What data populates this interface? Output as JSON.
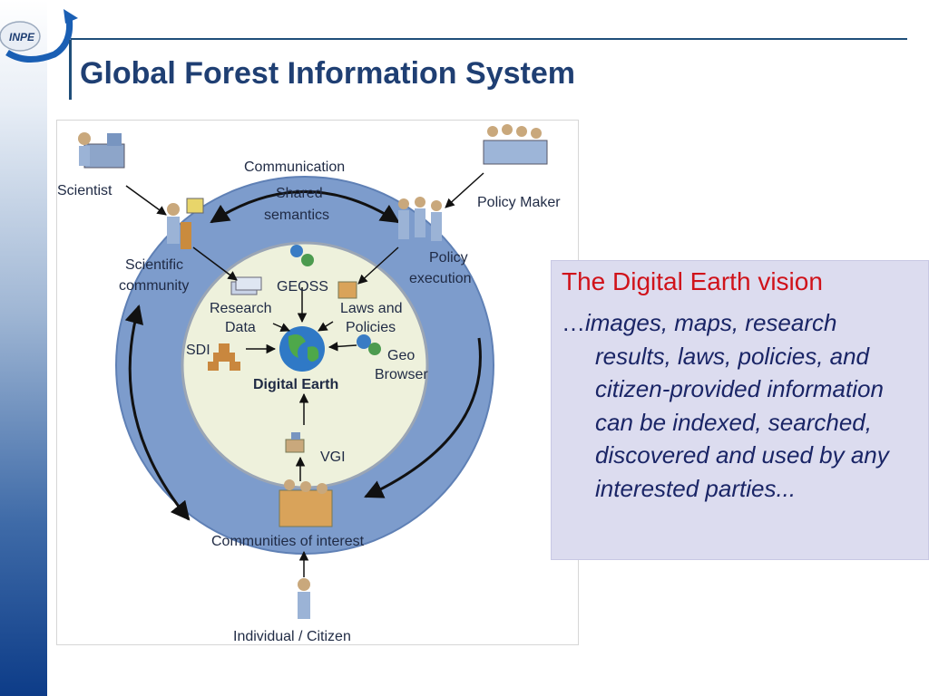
{
  "slide": {
    "title": "Global Forest Information System",
    "logo_text": "INPE"
  },
  "diagram": {
    "outer_ring_labels": {
      "communication": "Communication",
      "shared": "Shared",
      "semantics": "semantics",
      "scientific": "Scientific",
      "community": "community",
      "policy": "Policy",
      "execution": "execution",
      "communities_of_interest": "Communities of interest"
    },
    "actors": {
      "scientist": "Scientist",
      "policy_maker": "Policy Maker",
      "individual_citizen": "Individual / Citizen"
    },
    "inner_labels": {
      "geoss": "GEOSS",
      "research": "Research",
      "data": "Data",
      "laws_and": "Laws and",
      "policies": "Policies",
      "sdi": "SDI",
      "geo": "Geo",
      "browser": "Browser",
      "digital_earth": "Digital Earth",
      "vgi": "VGI"
    },
    "colors": {
      "outer_ring": "#7d9ccc",
      "inner_circle": "#eef1dc",
      "arrow": "#111111"
    }
  },
  "callout": {
    "heading": "The Digital Earth vision",
    "lead": "…",
    "body": "images, maps, research results, laws, policies, and citizen-provided information can be indexed, searched, discovered and used by any interested parties..."
  }
}
